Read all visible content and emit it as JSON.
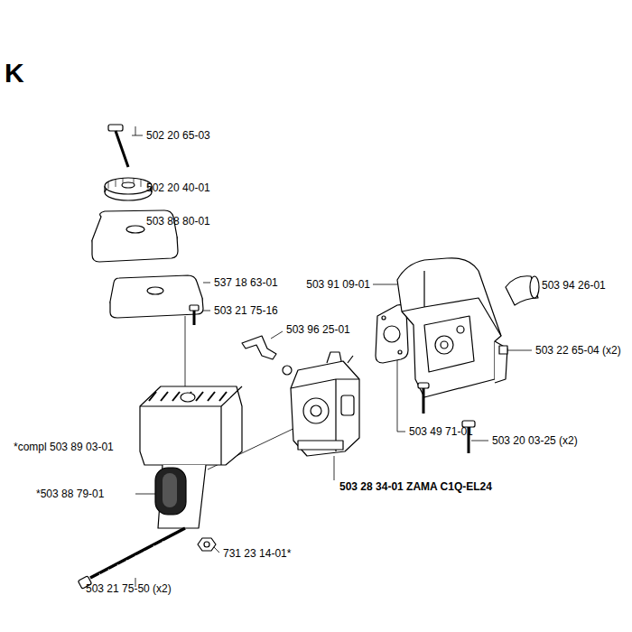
{
  "diagram": {
    "title": "K",
    "labels": [
      "502 20 65-03",
      "502 20 40-01",
      "503 88 80-01",
      "537 18 63-01",
      "503 21 75-16",
      "503 96 25-01",
      "503 91 09-01",
      "503 94 26-01",
      "503 22 65-04 (x2)",
      "*compl 503 89 03-01",
      "*503 88 79-01",
      "503 49 71-01",
      "503 20 03-25 (x2)",
      "503 28 34-01 ZAMA C1Q-EL24",
      "731 23 14-01*",
      "503 21 75-50 (x2)"
    ]
  }
}
